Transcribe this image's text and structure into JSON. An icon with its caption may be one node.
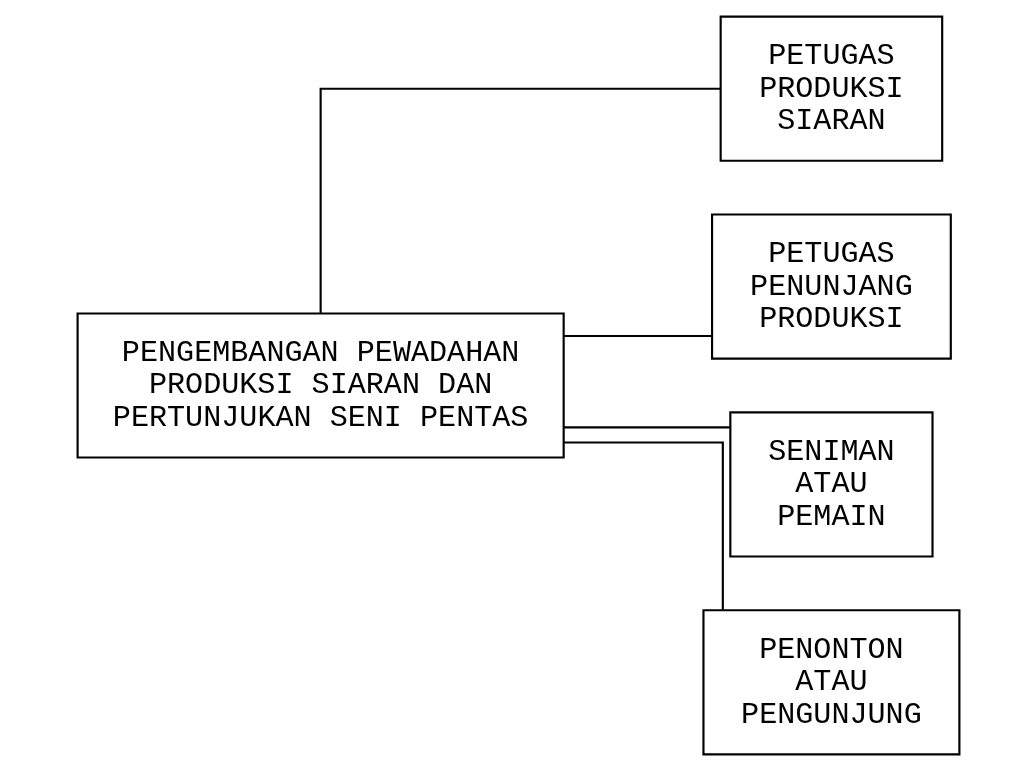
{
  "diagram": {
    "nodes": [
      {
        "text": [
          "PENGEMBANGAN  PEWADAHAN PRODUKSI SIARAN DAN PERTUNJUKAN SENI PENTAS"
        ]
      },
      {
        "text": [
          "PETUGAS PRODUKSI SIARAN"
        ]
      },
      {
        "text": [
          "PETUGAS PENUNJANG PRODUKSI"
        ]
      },
      {
        "text": [
          "SENIMAN ATAU PEMAIN"
        ]
      },
      {
        "text": [
          "PENONTON ATAU PENGUNJUNG"
        ]
      }
    ],
    "edges": [
      {
        "from": 0,
        "to": 1,
        "arrow": "none"
      },
      {
        "from": 0,
        "to": 2,
        "arrow": "none"
      },
      {
        "from": 0,
        "to": 3,
        "arrow": "none"
      },
      {
        "from": 0,
        "to": 4,
        "arrow": "none"
      }
    ]
  }
}
